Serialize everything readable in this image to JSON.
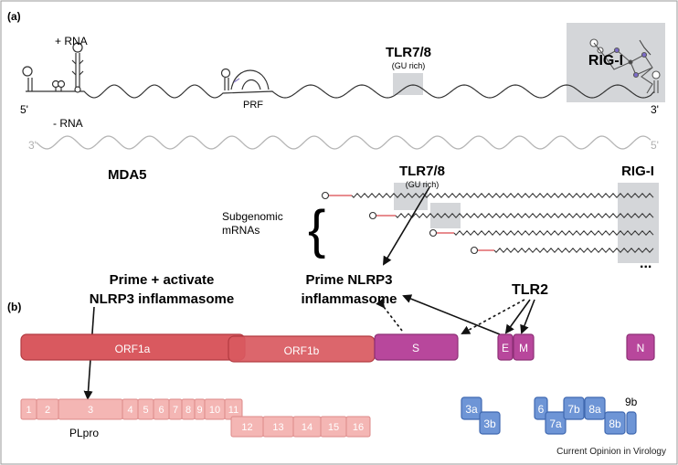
{
  "panel_a": {
    "label": "(a)",
    "plus_rna": "+ RNA",
    "minus_rna": "- RNA",
    "five_prime": "5'",
    "three_prime": "3'",
    "neg_three_prime": "3'",
    "neg_five_prime": "5'",
    "prf": "PRF",
    "tlr78_top": "TLR7/8",
    "gu_rich_top": "(GU rich)",
    "rigi_top": "RIG-I",
    "mda5": "MDA5",
    "tlr78_sub": "TLR7/8",
    "gu_rich_sub": "(GU rich)",
    "rigi_sub": "RIG-I",
    "subgenomic_line1": "Subgenomic",
    "subgenomic_line2": "mRNAs",
    "ellipsis": "..."
  },
  "panel_b": {
    "label": "(b)",
    "prime_activate_line1": "Prime + activate",
    "prime_activate_line2": "NLRP3 inflammasome",
    "prime_nlrp3_line1": "Prime NLRP3",
    "prime_nlrp3_line2": "inflammasome",
    "tlr2": "TLR2",
    "orf1a": "ORF1a",
    "orf1b": "ORF1b",
    "s": "S",
    "e": "E",
    "m": "M",
    "n": "N",
    "nsp_top": [
      "1",
      "2",
      "3",
      "4",
      "5",
      "6",
      "7",
      "8",
      "9",
      "10",
      "11"
    ],
    "nsp_bottom": [
      "12",
      "13",
      "14",
      "15",
      "16"
    ],
    "plpro": "PLpro",
    "acc_3a": "3a",
    "acc_3b": "3b",
    "acc_6": "6",
    "acc_7a": "7a",
    "acc_7b": "7b",
    "acc_8a": "8a",
    "acc_8b": "8b",
    "acc_9b": "9b"
  },
  "credit": "Current Opinion in Virology",
  "colors": {
    "orf_red": "#d9595f",
    "orf_red_stroke": "#b23a40",
    "structural_magenta": "#b8479c",
    "structural_stroke": "#8d2f76",
    "nsp_pink": "#f4b6b4",
    "nsp_pink_stroke": "#dd8a89",
    "accessory_blue": "#6e95d6",
    "accessory_stroke": "#3f68b0",
    "highlight_gray": "#d4d6d9",
    "subgenomic_red": "#e0676a"
  }
}
